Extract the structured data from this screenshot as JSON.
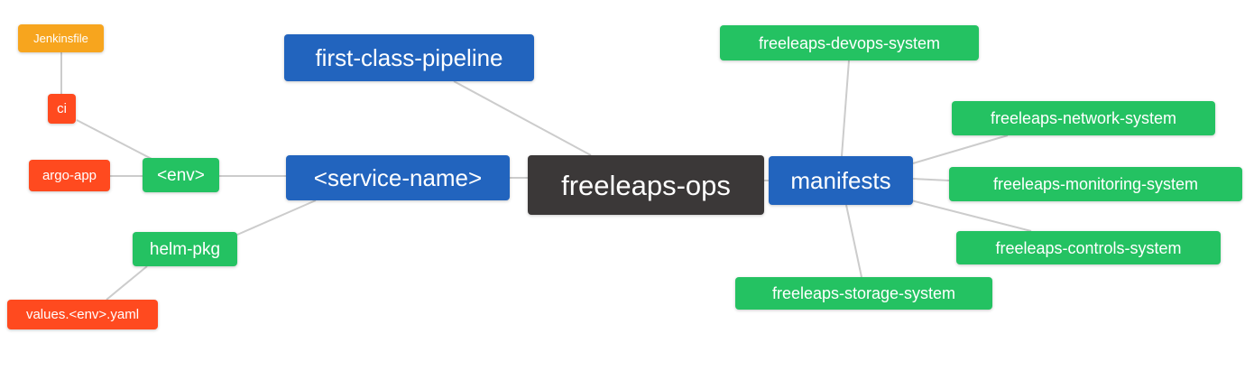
{
  "colors": {
    "blue": "#2264BE",
    "green": "#24C262",
    "red": "#FF4A1F",
    "orange": "#F7A51E",
    "dark": "#3B3838",
    "connector": "#CCCCCC",
    "background": "#FFFFFF"
  },
  "nodes": {
    "jenkinsfile": {
      "label": "Jenkinsfile",
      "color": "orange"
    },
    "ci": {
      "label": "ci",
      "color": "red"
    },
    "argo_app": {
      "label": "argo-app",
      "color": "red"
    },
    "env": {
      "label": "<env>",
      "color": "green"
    },
    "helm_pkg": {
      "label": "helm-pkg",
      "color": "green"
    },
    "values_env_yaml": {
      "label": "values.<env>.yaml",
      "color": "red"
    },
    "service_name": {
      "label": "<service-name>",
      "color": "blue"
    },
    "first_class_pipeline": {
      "label": "first-class-pipeline",
      "color": "blue"
    },
    "freeleaps_ops": {
      "label": "freeleaps-ops",
      "color": "dark"
    },
    "manifests": {
      "label": "manifests",
      "color": "blue"
    },
    "devops_system": {
      "label": "freeleaps-devops-system",
      "color": "green"
    },
    "network_system": {
      "label": "freeleaps-network-system",
      "color": "green"
    },
    "monitoring_system": {
      "label": "freeleaps-monitoring-system",
      "color": "green"
    },
    "controls_system": {
      "label": "freeleaps-controls-system",
      "color": "green"
    },
    "storage_system": {
      "label": "freeleaps-storage-system",
      "color": "green"
    }
  },
  "diagram": {
    "type": "mindmap",
    "root": "freeleaps-ops",
    "edges": [
      [
        "Jenkinsfile",
        "ci"
      ],
      [
        "ci",
        "<env>"
      ],
      [
        "argo-app",
        "<env>"
      ],
      [
        "<env>",
        "<service-name>"
      ],
      [
        "helm-pkg",
        "<service-name>"
      ],
      [
        "values.<env>.yaml",
        "helm-pkg"
      ],
      [
        "<service-name>",
        "freeleaps-ops"
      ],
      [
        "first-class-pipeline",
        "freeleaps-ops"
      ],
      [
        "freeleaps-ops",
        "manifests"
      ],
      [
        "manifests",
        "freeleaps-devops-system"
      ],
      [
        "manifests",
        "freeleaps-network-system"
      ],
      [
        "manifests",
        "freeleaps-monitoring-system"
      ],
      [
        "manifests",
        "freeleaps-controls-system"
      ],
      [
        "manifests",
        "freeleaps-storage-system"
      ]
    ]
  }
}
